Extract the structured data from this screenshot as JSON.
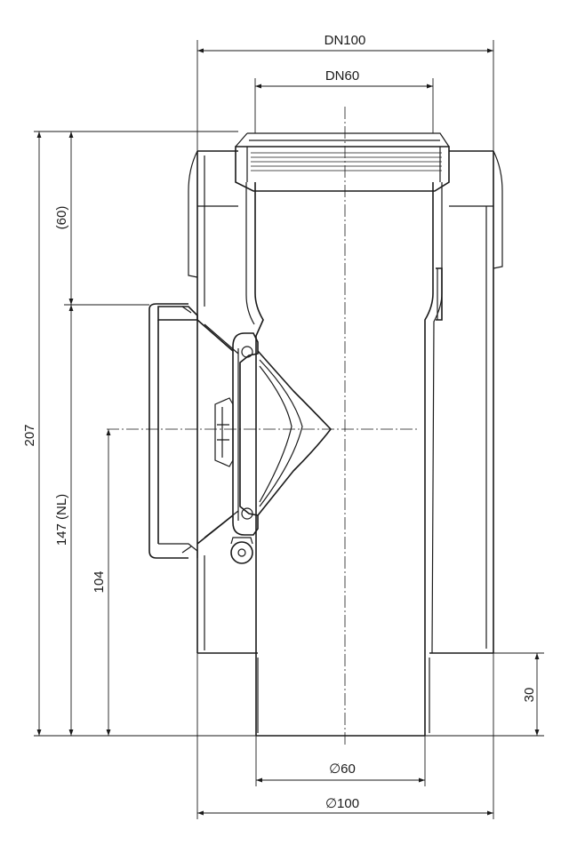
{
  "dimensions": {
    "top_outer": "DN100",
    "top_inner": "DN60",
    "overall_height": "207",
    "upper_section": "(60)",
    "water_seal": "147 (NL)",
    "outlet_center": "104",
    "spigot_length": "30",
    "bottom_inner": "∅60",
    "bottom_outer": "∅100"
  }
}
